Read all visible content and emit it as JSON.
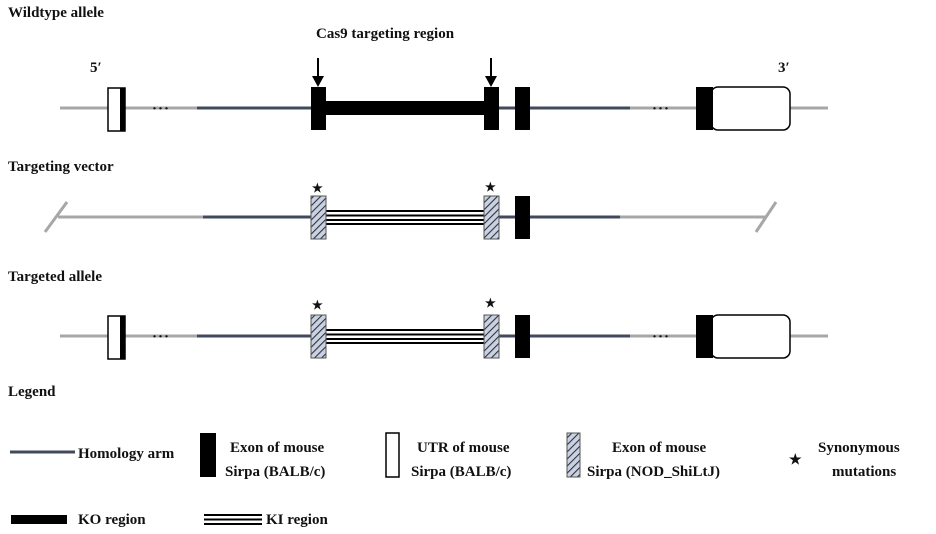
{
  "colors": {
    "backbone": "#a7a7a7",
    "homology_arm": "#414a5c",
    "exon": "#000000",
    "utr": "#ffffff",
    "outline": "#000000",
    "hatch_fill": "#c9d2e4",
    "hatch_stroke": "#333333"
  },
  "section_titles": {
    "wildtype": "Wildtype allele",
    "vector": "Targeting vector",
    "targeted": "Targeted allele",
    "legend": "Legend"
  },
  "labels": {
    "five_prime": "5′",
    "three_prime": "3′",
    "cas9_region": "Cas9 targeting region",
    "ellipsis": "···",
    "star": "★"
  },
  "legend": {
    "homology_arm": "Homology arm",
    "exon_balbc_line1": "Exon of mouse",
    "exon_balbc_line2": "Sirpa (BALB/c)",
    "utr_line1": "UTR of mouse",
    "utr_line2": "Sirpa (BALB/c)",
    "exon_nod_line1": "Exon of mouse",
    "exon_nod_line2": "Sirpa (NOD_ShiLtJ)",
    "synonymous_line1": "Synonymous",
    "synonymous_line2": "mutations",
    "ko_region": "KO region",
    "ki_region": "KI region"
  }
}
